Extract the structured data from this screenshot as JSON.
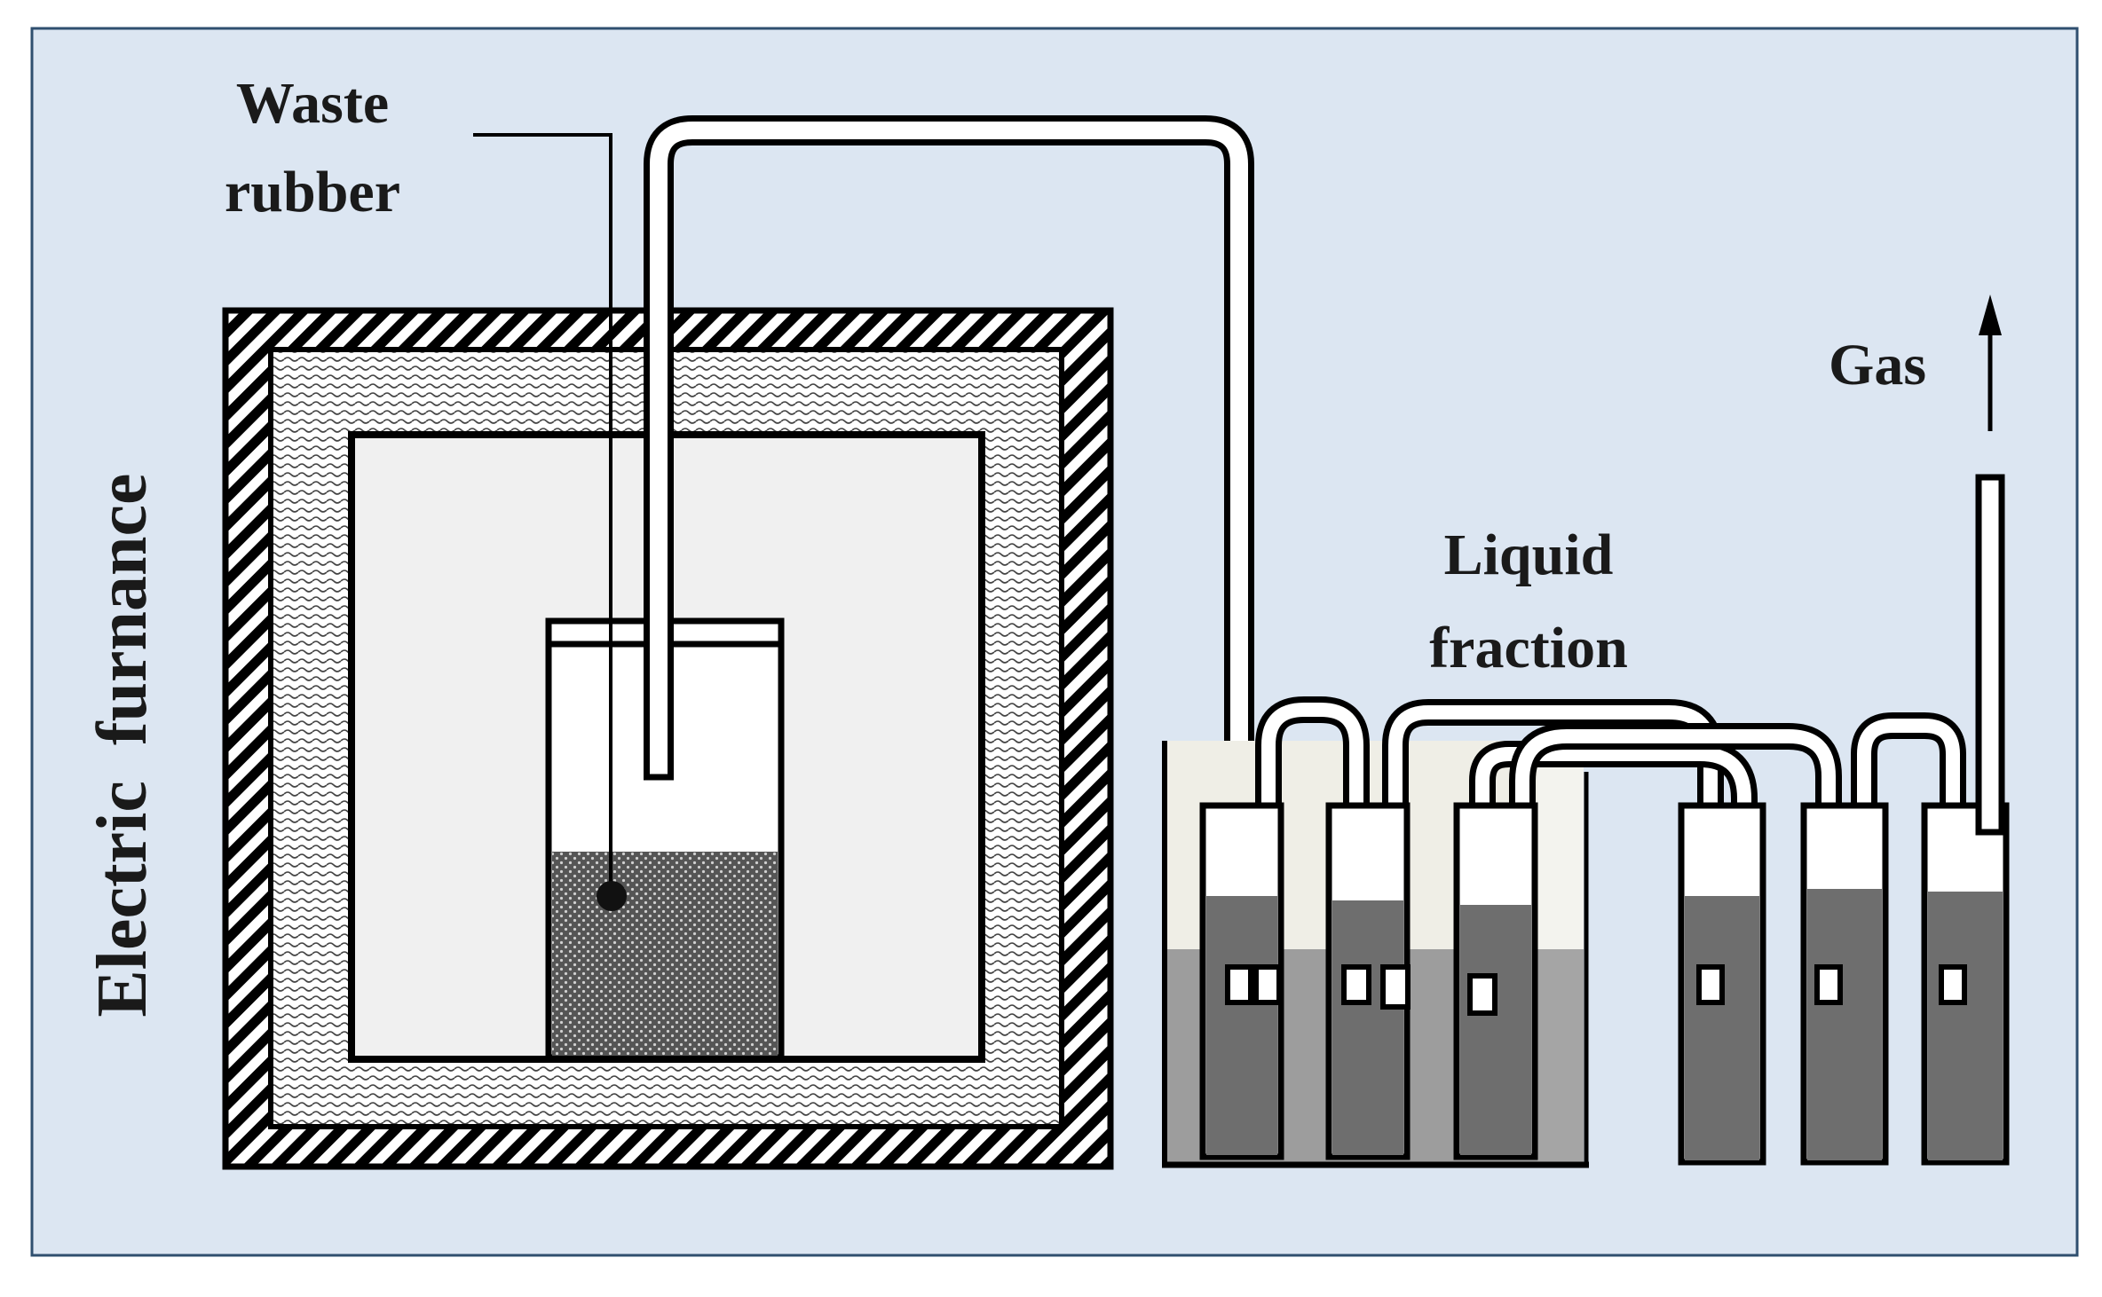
{
  "labels": {
    "waste_line1": "Waste",
    "waste_line2": "rubber",
    "furnace": "Electric  furnance",
    "liquid_line1": "Liquid",
    "liquid_line2": "fraction",
    "gas": "Gas"
  },
  "colors": {
    "background": "#dce6f2",
    "border": "#2f4f6f",
    "chamber": "#f0f0f0",
    "liquid_dark": "#6e6e6e",
    "liquid_mid": "#9d9d9d",
    "bath_top": "#efeee6",
    "ink": "#000000"
  }
}
